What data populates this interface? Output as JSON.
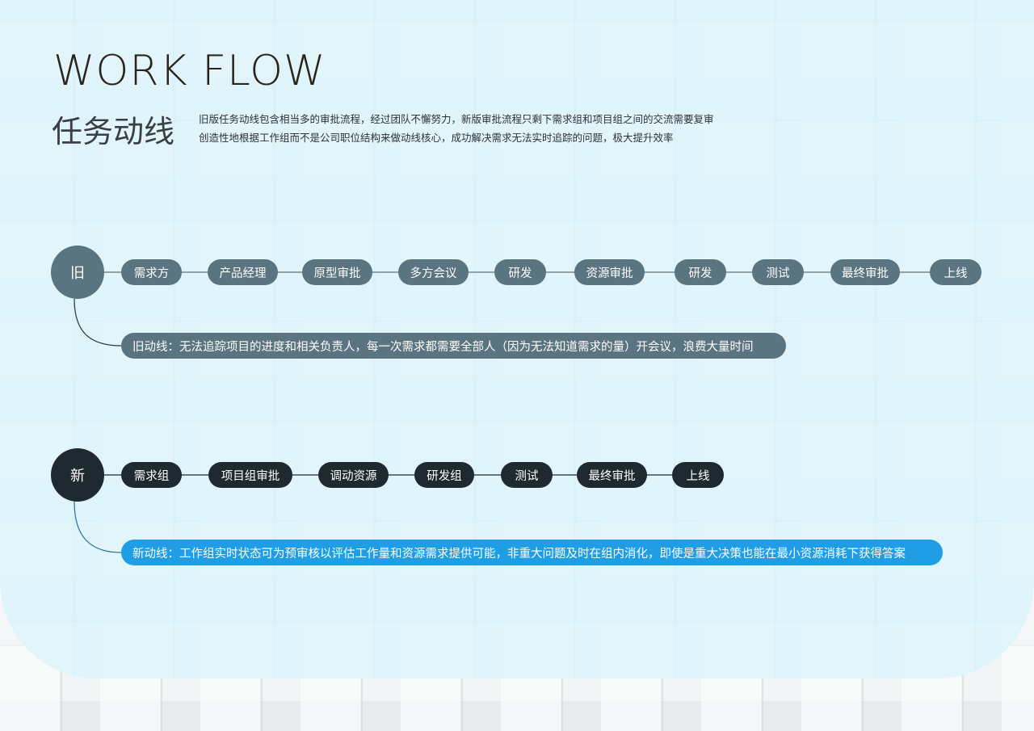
{
  "header": {
    "title": "WORK FLOW",
    "subtitle": "任务动线",
    "description_line1": "旧版任务动线包含相当多的审批流程，经过团队不懈努力，新版审批流程只剩下需求组和项目组之间的交流需要复审",
    "description_line2": "创造性地根据工作组而不是公司职位结构来做动线核心，成功解决需求无法实时追踪的问题，极大提升效率"
  },
  "old_flow": {
    "label": "旧",
    "steps": [
      "需求方",
      "产品经理",
      "原型审批",
      "多方会议",
      "研发",
      "资源审批",
      "研发",
      "测试",
      "最终审批",
      "上线"
    ],
    "note": "旧动线：无法追踪项目的进度和相关负责人，每一次需求都需要全部人（因为无法知道需求的量）开会议，浪费大量时间",
    "color": "#5a7480"
  },
  "new_flow": {
    "label": "新",
    "steps": [
      "需求组",
      "项目组审批",
      "调动资源",
      "研发组",
      "测试",
      "最终审批",
      "上线"
    ],
    "note": "新动线：工作组实时状态可为预审核以评估工作量和资源需求提供可能，非重大问题及时在组内消化，即使是重大决策也能在最小资源消耗下获得答案",
    "color": "#1f2a30",
    "note_color": "#1f9ee6"
  }
}
